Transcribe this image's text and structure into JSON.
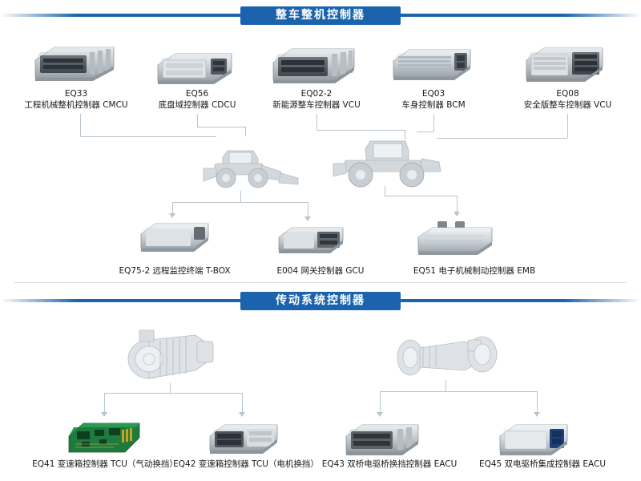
{
  "sections": [
    {
      "title": "整车整机控制器",
      "top_row": [
        {
          "code": "EQ33",
          "name": "工程机械整机控制器 CMCU"
        },
        {
          "code": "EQ56",
          "name": "底盘域控制器 CDCU"
        },
        {
          "code": "EQ02-2",
          "name": "新能源整车控制器 VCU"
        },
        {
          "code": "EQ03",
          "name": "车身控制器 BCM"
        },
        {
          "code": "EQ08",
          "name": "安全版整车控制器 VCU"
        }
      ],
      "bottom_row": [
        {
          "code": "",
          "name": "EQ75-2 远程监控终端 T-BOX"
        },
        {
          "code": "",
          "name": "E004 网关控制器 GCU"
        },
        {
          "code": "",
          "name": "EQ51 电子机械制动控制器 EMB"
        }
      ]
    },
    {
      "title": "传动系统控制器",
      "bottom_row": [
        {
          "code": "",
          "name": "EQ41 变速箱控制器 TCU（气动换挡）"
        },
        {
          "code": "",
          "name": "EQ42 变速箱控制器 TCU（电机换挡）"
        },
        {
          "code": "",
          "name": "EQ43 双桥电驱桥换挡控制器 EACU"
        },
        {
          "code": "",
          "name": "EQ45 双电驱桥集成控制器 EACU"
        }
      ]
    }
  ],
  "colors": {
    "banner_blue": "#1b64ad",
    "line_gray": "#b9c4cc",
    "text_dark": "#1a1a1a"
  }
}
